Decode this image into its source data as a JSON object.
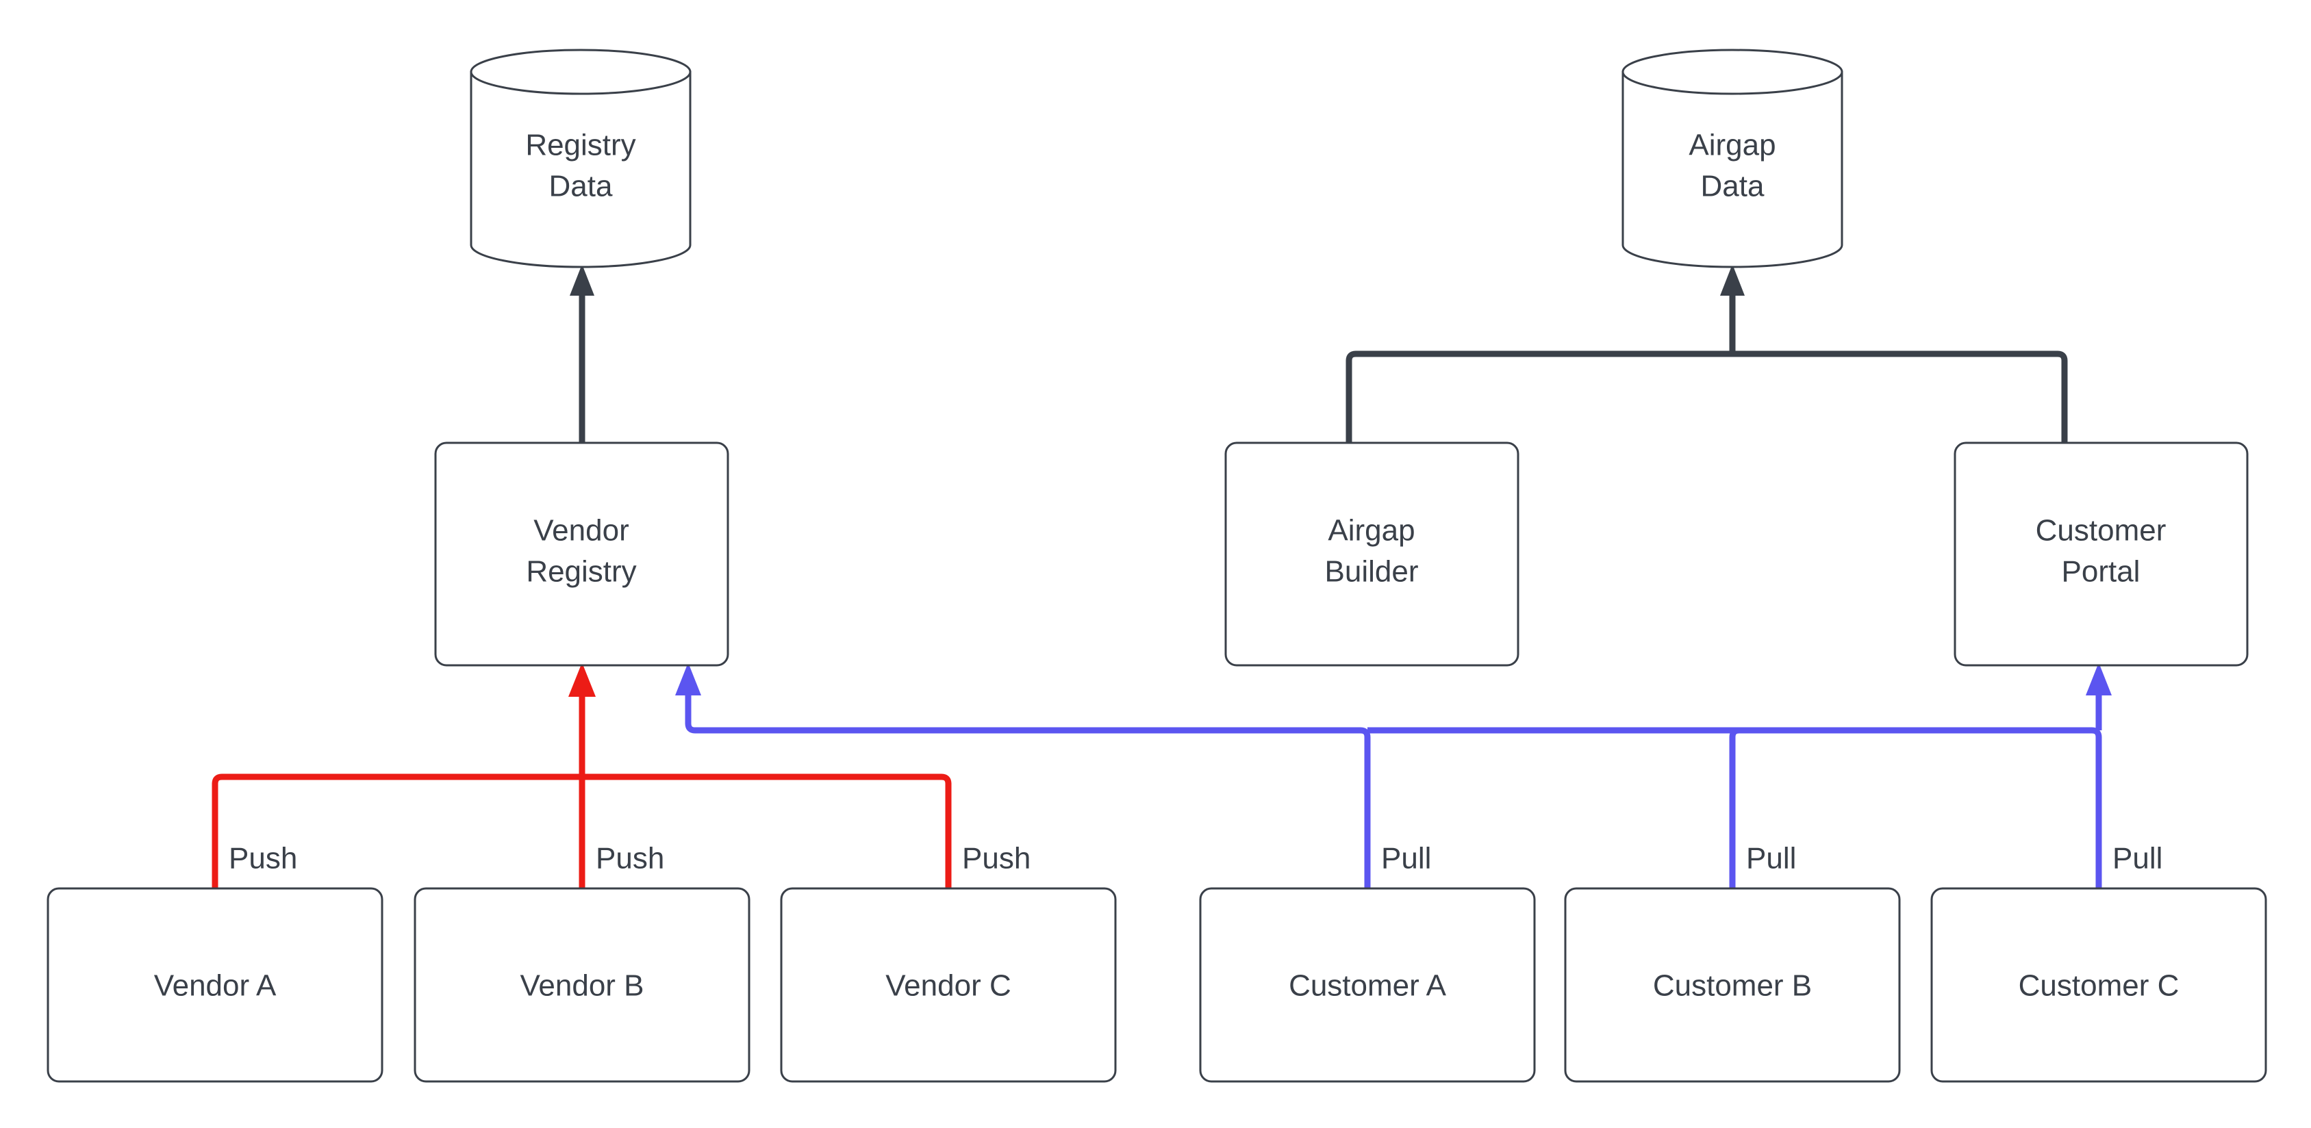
{
  "diagram": {
    "type": "flow-architecture",
    "background_color": "#ffffff",
    "stroke_color": "#3a4049",
    "text_color": "#3a4049",
    "push_color": "#ec1c16",
    "pull_color": "#5b55f0",
    "datastores": [
      {
        "id": "registry-data",
        "line1": "Registry",
        "line2": "Data",
        "shape": "cylinder"
      },
      {
        "id": "airgap-data",
        "line1": "Airgap",
        "line2": "Data",
        "shape": "cylinder"
      }
    ],
    "services": [
      {
        "id": "vendor-registry",
        "line1": "Vendor",
        "line2": "Registry",
        "shape": "rounded-rect"
      },
      {
        "id": "airgap-builder",
        "line1": "Airgap",
        "line2": "Builder",
        "shape": "rounded-rect"
      },
      {
        "id": "customer-portal",
        "line1": "Customer",
        "line2": "Portal",
        "shape": "rounded-rect"
      }
    ],
    "actors": [
      {
        "id": "vendor-a",
        "label": "Vendor A",
        "edge_label": "Push",
        "edge_color": "#ec1c16"
      },
      {
        "id": "vendor-b",
        "label": "Vendor B",
        "edge_label": "Push",
        "edge_color": "#ec1c16"
      },
      {
        "id": "vendor-c",
        "label": "Vendor C",
        "edge_label": "Push",
        "edge_color": "#ec1c16"
      },
      {
        "id": "customer-a",
        "label": "Customer A",
        "edge_label": "Pull",
        "edge_color": "#5b55f0"
      },
      {
        "id": "customer-b",
        "label": "Customer B",
        "edge_label": "Pull",
        "edge_color": "#5b55f0"
      },
      {
        "id": "customer-c",
        "label": "Customer C",
        "edge_label": "Pull",
        "edge_color": "#5b55f0"
      }
    ],
    "edges": [
      {
        "from": "vendor-registry",
        "to": "registry-data",
        "label": "",
        "color": "#3a4049"
      },
      {
        "from": "airgap-builder",
        "to": "airgap-data",
        "label": "",
        "color": "#3a4049"
      },
      {
        "from": "customer-portal",
        "to": "airgap-data",
        "label": "",
        "color": "#3a4049"
      },
      {
        "from": "vendor-a",
        "to": "vendor-registry",
        "label": "Push",
        "color": "#ec1c16"
      },
      {
        "from": "vendor-b",
        "to": "vendor-registry",
        "label": "Push",
        "color": "#ec1c16"
      },
      {
        "from": "vendor-c",
        "to": "vendor-registry",
        "label": "Push",
        "color": "#ec1c16"
      },
      {
        "from": "customer-a",
        "to": "vendor-registry",
        "label": "Pull",
        "color": "#5b55f0"
      },
      {
        "from": "customer-a",
        "to": "customer-portal",
        "label": "Pull",
        "color": "#5b55f0"
      },
      {
        "from": "customer-b",
        "to": "customer-portal",
        "label": "Pull",
        "color": "#5b55f0"
      },
      {
        "from": "customer-c",
        "to": "customer-portal",
        "label": "Pull",
        "color": "#5b55f0"
      }
    ]
  }
}
